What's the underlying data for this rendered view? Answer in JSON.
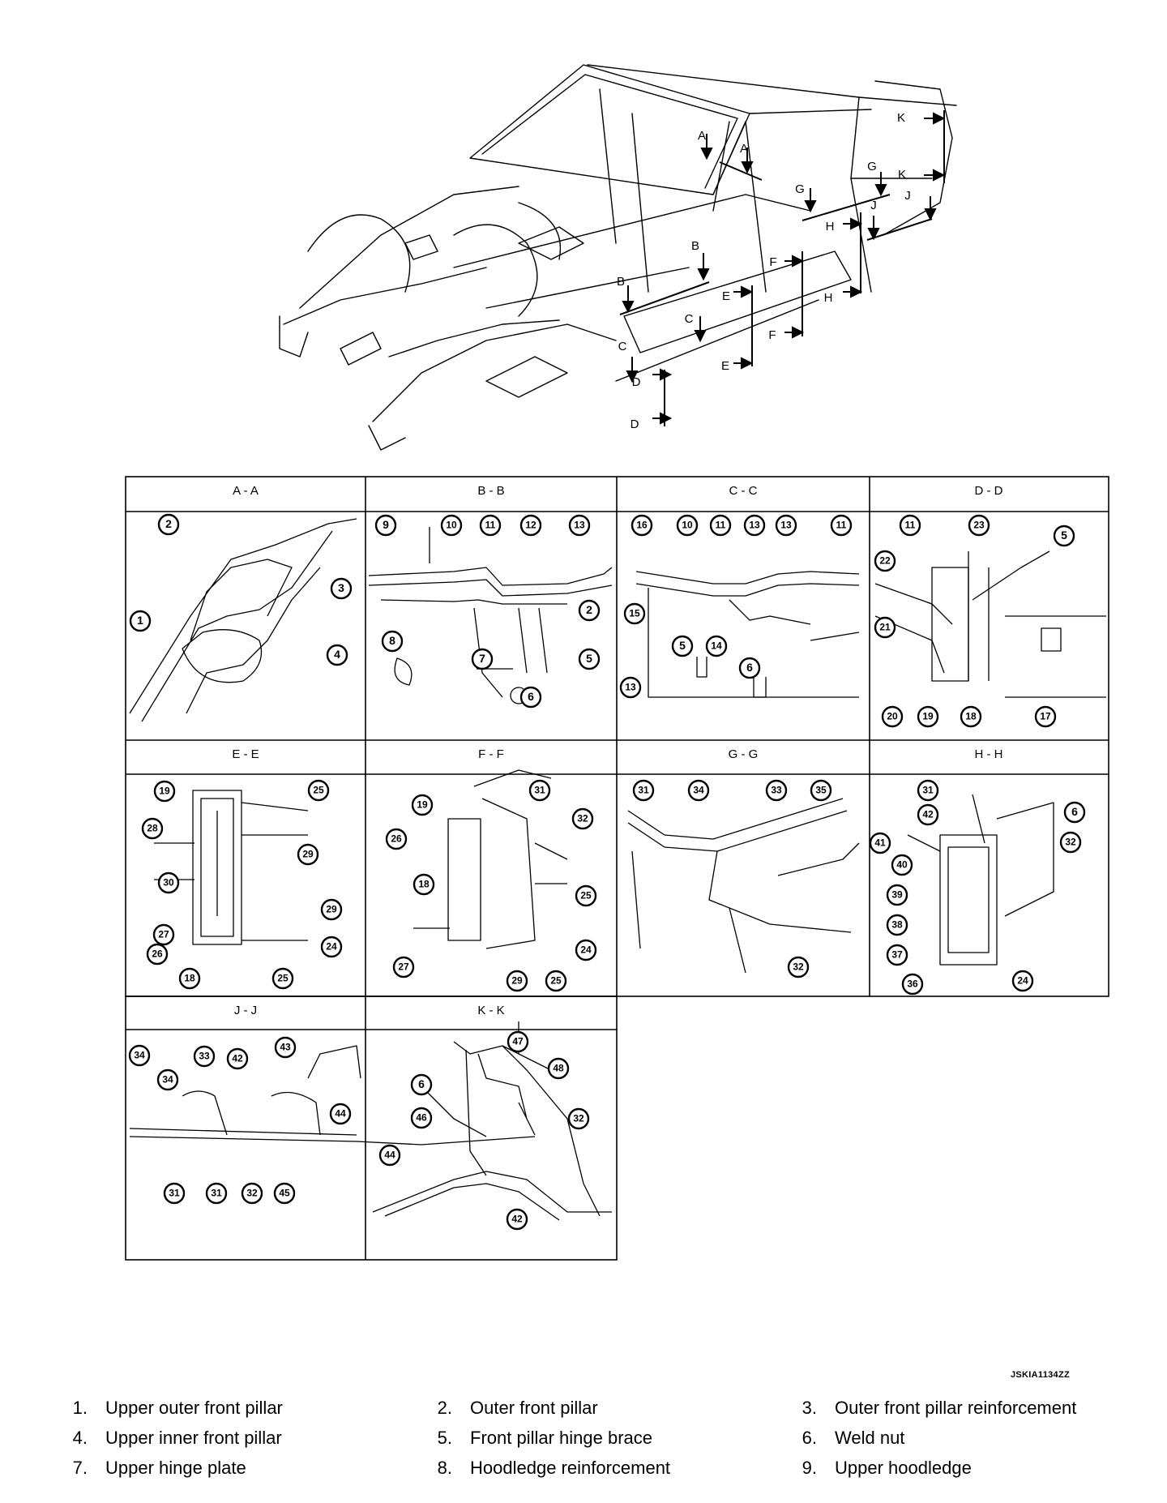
{
  "overview": {
    "arrow_labels": [
      "A",
      "A",
      "B",
      "B",
      "C",
      "C",
      "D",
      "D",
      "E",
      "E",
      "F",
      "F",
      "G",
      "G",
      "H",
      "H",
      "J",
      "J",
      "K",
      "K"
    ]
  },
  "sections": [
    {
      "title": "A - A",
      "callouts": [
        "2",
        "3",
        "1",
        "4"
      ]
    },
    {
      "title": "B - B",
      "callouts": [
        "9",
        "10",
        "11",
        "12",
        "13",
        "2",
        "8",
        "7",
        "5",
        "6"
      ]
    },
    {
      "title": "C - C",
      "callouts": [
        "16",
        "10",
        "11",
        "13",
        "13",
        "11",
        "15",
        "5",
        "14",
        "6",
        "13"
      ]
    },
    {
      "title": "D - D",
      "callouts": [
        "11",
        "23",
        "5",
        "22",
        "21",
        "20",
        "19",
        "18",
        "17"
      ]
    },
    {
      "title": "E - E",
      "callouts": [
        "19",
        "25",
        "29",
        "28",
        "30",
        "27",
        "29",
        "24",
        "26",
        "18",
        "25"
      ]
    },
    {
      "title": "F - F",
      "callouts": [
        "31",
        "19",
        "32",
        "26",
        "18",
        "25",
        "27",
        "24",
        "29",
        "25"
      ]
    },
    {
      "title": "G - G",
      "callouts": [
        "31",
        "34",
        "33",
        "35",
        "32"
      ]
    },
    {
      "title": "H - H",
      "callouts": [
        "31",
        "42",
        "6",
        "41",
        "40",
        "32",
        "39",
        "38",
        "37",
        "36",
        "24"
      ]
    },
    {
      "title": "J - J",
      "callouts": [
        "43",
        "34",
        "34",
        "33",
        "42",
        "44",
        "31",
        "31",
        "32",
        "45"
      ]
    },
    {
      "title": "K - K",
      "callouts": [
        "47",
        "48",
        "6",
        "46",
        "32",
        "44",
        "42"
      ]
    }
  ],
  "figure_ref": "JSKIA1134ZZ",
  "legend": [
    {
      "num": "1.",
      "text": "Upper outer front pillar"
    },
    {
      "num": "2.",
      "text": "Outer front pillar"
    },
    {
      "num": "3.",
      "text": "Outer front pillar reinforcement"
    },
    {
      "num": "4.",
      "text": "Upper inner front pillar"
    },
    {
      "num": "5.",
      "text": "Front pillar hinge brace"
    },
    {
      "num": "6.",
      "text": "Weld nut"
    },
    {
      "num": "7.",
      "text": "Upper hinge plate"
    },
    {
      "num": "8.",
      "text": "Hoodledge reinforcement"
    },
    {
      "num": "9.",
      "text": "Upper hoodledge"
    }
  ]
}
